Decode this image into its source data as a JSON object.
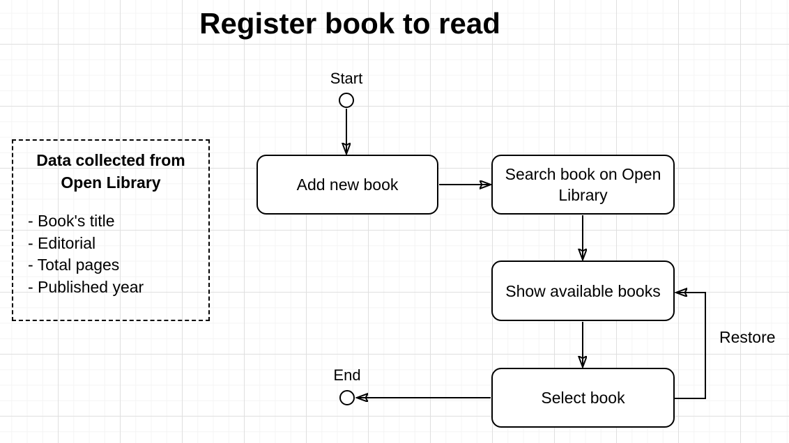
{
  "title": "Register book to read",
  "note": {
    "heading": "Data collected from Open Library",
    "items": [
      "- Book's title",
      "- Editorial",
      "- Total pages",
      "- Published year"
    ]
  },
  "nodes": {
    "start_label": "Start",
    "add_new_book_label": "Add new book",
    "search_book_label": "Search book on Open Library",
    "show_books_label": "Show available books",
    "select_book_label": "Select book",
    "end_label": "End"
  },
  "edges": {
    "restore_label": "Restore"
  },
  "colors": {
    "shape_stroke": "#000000",
    "shape_fill": "#ffffff",
    "grid_minor": "#f4f4f4",
    "grid_major": "#dfdfdf",
    "text": "#000000"
  }
}
